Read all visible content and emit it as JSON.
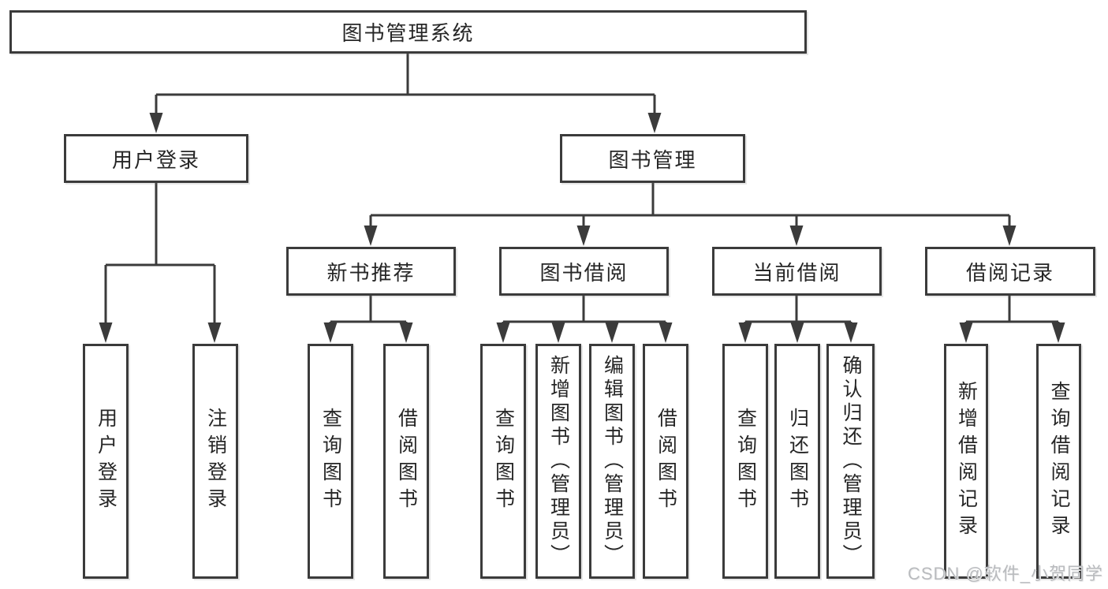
{
  "tree": {
    "root": {
      "label": "图书管理系统"
    },
    "children": [
      {
        "label": "用户登录",
        "children": [
          {
            "label": "用户登录"
          },
          {
            "label": "注销登录"
          }
        ]
      },
      {
        "label": "图书管理",
        "children": [
          {
            "label": "新书推荐",
            "children": [
              {
                "label": "查询图书"
              },
              {
                "label": "借阅图书"
              }
            ]
          },
          {
            "label": "图书借阅",
            "children": [
              {
                "label": "查询图书"
              },
              {
                "label": "新增图书（管理员）"
              },
              {
                "label": "编辑图书（管理员）"
              },
              {
                "label": "借阅图书"
              }
            ]
          },
          {
            "label": "当前借阅",
            "children": [
              {
                "label": "查询图书"
              },
              {
                "label": "归还图书"
              },
              {
                "label": "确认归还（管理员）"
              }
            ]
          },
          {
            "label": "借阅记录",
            "children": [
              {
                "label": "新增借阅记录"
              },
              {
                "label": "查询借阅记录"
              }
            ]
          }
        ]
      }
    ]
  },
  "watermark": {
    "text": "CSDN @软件_小贺同学"
  },
  "colors": {
    "line": "#3b3b3b",
    "box_border": "#3b3b3b",
    "text": "#262626",
    "watermark": "#b9bbbe",
    "background": "#ffffff"
  }
}
